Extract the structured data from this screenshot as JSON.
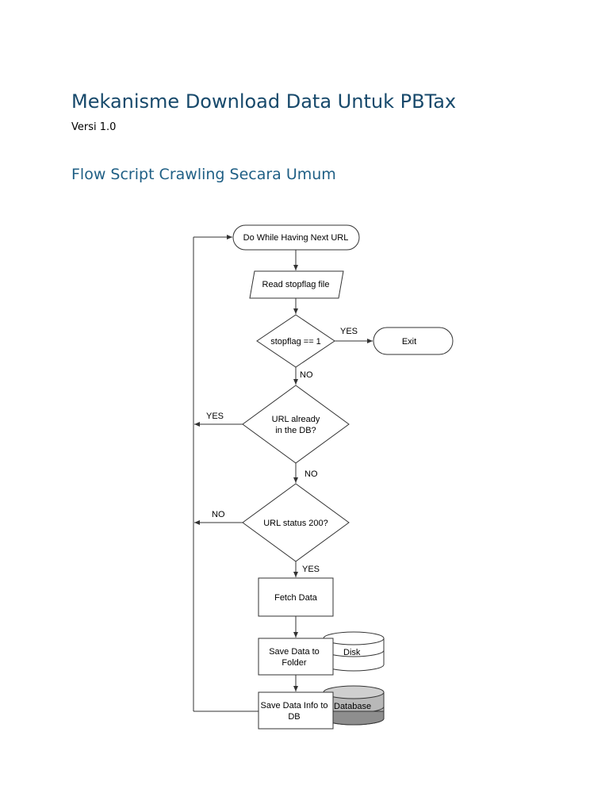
{
  "document": {
    "title": "Mekanisme Download Data Untuk PBTax",
    "version": "Versi 1.0",
    "section_heading": "Flow Script Crawling Secara Umum"
  },
  "flowchart": {
    "loop": "Do While Having Next URL",
    "read_stopflag": "Read stopflag file",
    "check_stopflag": "stopflag == 1",
    "exit": "Exit",
    "check_db_line1": "URL already",
    "check_db_line2": "in the DB?",
    "check_status": "URL status 200?",
    "fetch": "Fetch Data",
    "save_folder_line1": "Save Data to",
    "save_folder_line2": "Folder",
    "save_db_line1": "Save Data Info to",
    "save_db_line2": "DB",
    "disk": "Disk",
    "database": "Database",
    "labels": {
      "stopflag_yes": "YES",
      "stopflag_no": "NO",
      "db_yes": "YES",
      "db_no": "NO",
      "status_no": "NO",
      "status_yes": "YES"
    }
  }
}
